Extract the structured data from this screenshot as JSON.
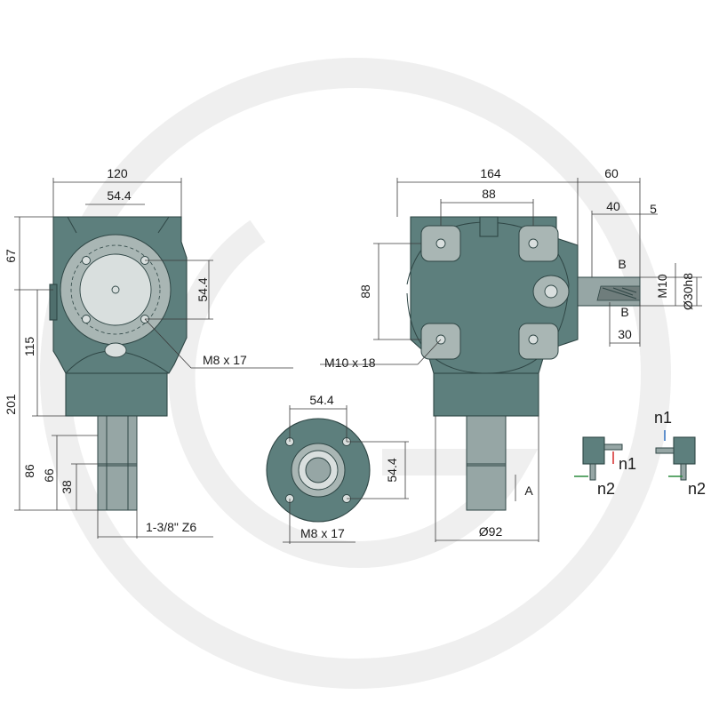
{
  "dimensions": {
    "side_width": "120",
    "side_flange_spacing_h": "54.4",
    "side_flange_spacing_v": "54.4",
    "side_top_offset": "67",
    "side_mid_height": "115",
    "side_total_height": "201",
    "side_shaft_length": "86",
    "side_shaft_spline": "66",
    "side_shaft_tip": "38",
    "side_bolt_thread": "M8 x 17",
    "shaft_spec": "1-3/8\" Z6",
    "front_width": "164",
    "front_pad_spacing_h": "88",
    "front_pad_spacing_v": "88",
    "front_bolt_thread": "M10 x 18",
    "front_flange_dia": "Ø92",
    "out_shaft_length": "60",
    "out_shaft_section": "40",
    "out_shaft_tip": "5",
    "out_shaft_thread": "M10",
    "out_shaft_dia": "Ø30h8",
    "out_shaft_keyway": "30",
    "section_label_top": "B",
    "section_label_bottom": "B",
    "arrow_a": "A",
    "bottom_flange_spacing_h": "54.4",
    "bottom_flange_spacing_v": "54.4",
    "bottom_bolt_thread": "M8 x 17"
  },
  "rotation": {
    "left_n1": "n1",
    "left_n2": "n2",
    "right_n1": "n1",
    "right_n2": "n2"
  },
  "colors": {
    "housing": "#5d7f7d",
    "pad": "#a9b6b4",
    "shaft": "#96a6a5",
    "arrow_red": "#d42a2a",
    "arrow_green": "#2b8a3e",
    "arrow_blue": "#2f6fbf",
    "watermark": "#efefef"
  }
}
